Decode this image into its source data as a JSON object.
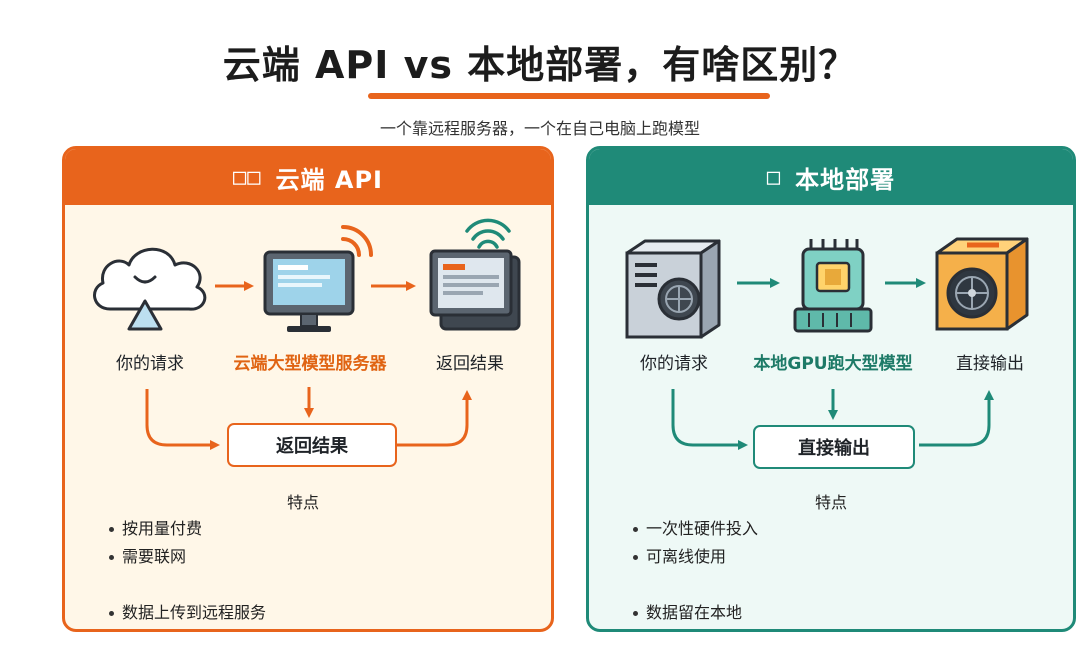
{
  "title": "云端 API vs 本地部署，有啥区别？",
  "subtitle": "一个靠远程服务器，一个在自己电脑上跑模型",
  "cloud": {
    "header_glyph": "□□",
    "header": "云端 API",
    "nodes": [
      "你的请求",
      "云端大型模型服务器",
      "返回结果"
    ],
    "result_box": "返回结果",
    "features_title": "特点",
    "features": [
      "按用量付费",
      "需要联网",
      "数据上传到远程服务"
    ]
  },
  "local": {
    "header_glyph": "□",
    "header": "本地部署",
    "nodes": [
      "你的请求",
      "本地GPU跑大型模型",
      "直接输出"
    ],
    "result_box": "直接输出",
    "features_title": "特点",
    "features": [
      "一次性硬件投入",
      "可离线使用",
      "数据留在本地"
    ]
  },
  "colors": {
    "cloud_accent": "#e8641c",
    "local_accent": "#1f8a78",
    "cloud_bg": "#fff7e8",
    "local_bg": "#eef9f6"
  },
  "icons": {
    "cloud": [
      "cloud-icon",
      "monitor-server-icon",
      "computer-wifi-icon"
    ],
    "local": [
      "server-tower-icon",
      "gpu-chip-icon",
      "box-fan-icon"
    ]
  }
}
